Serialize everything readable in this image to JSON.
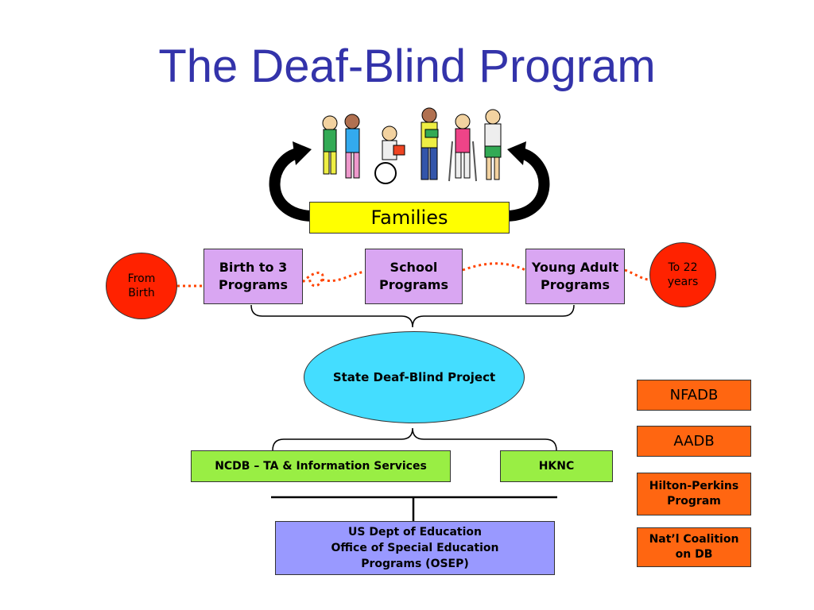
{
  "title": "The Deaf-Blind Program",
  "families": "Families",
  "from_birth": [
    "From",
    "Birth"
  ],
  "to_22": [
    "To 22",
    "years"
  ],
  "programs": {
    "birth3": [
      "Birth to 3",
      "Programs"
    ],
    "school": [
      "School",
      "Programs"
    ],
    "young_adult": [
      "Young Adult",
      "Programs"
    ]
  },
  "state_project": "State Deaf-Blind Project",
  "ncdb": "NCDB – TA & Information Services",
  "hknc": "HKNC",
  "us_dept": [
    "US Dept of Education",
    "Office of Special Education",
    "Programs (OSEP)"
  ],
  "side_boxes": {
    "nfadb": "NFADB",
    "aadb": "AADB",
    "hilton": [
      "Hilton-Perkins",
      "Program"
    ],
    "natl": [
      "Nat’l Coalition",
      "on DB"
    ]
  },
  "colors": {
    "title": "#3333aa",
    "families": "#ffff00",
    "program_boxes": "#d9a6f2",
    "age_circles": "#ff2200",
    "state_project": "#44ddff",
    "service_boxes": "#99ee44",
    "osep": "#9999ff",
    "partner_boxes": "#ff6611"
  },
  "illustration": "children-group-illustration"
}
